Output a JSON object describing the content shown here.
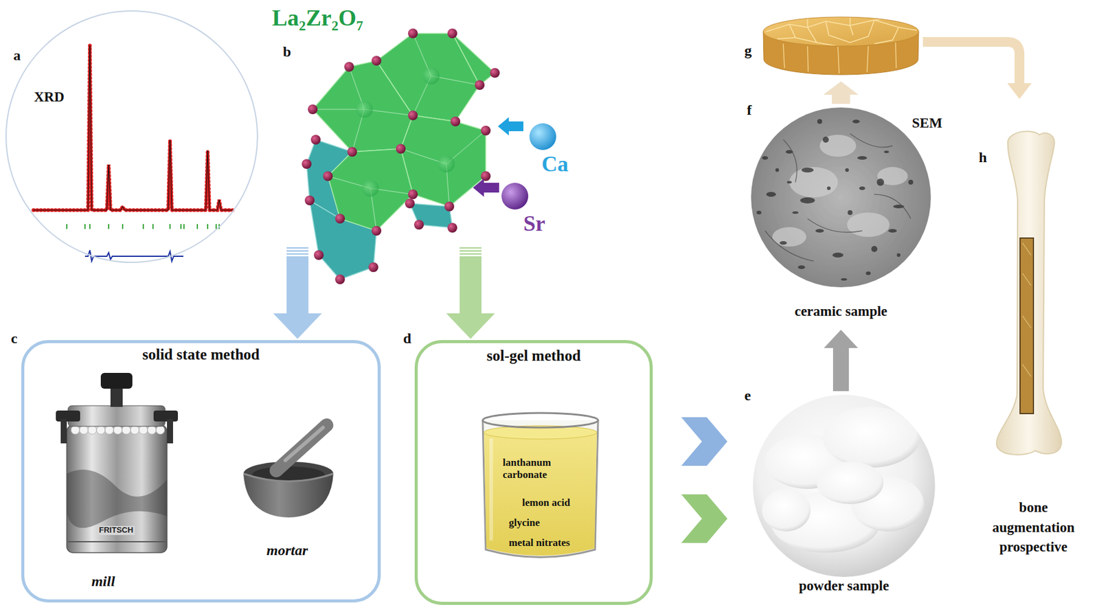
{
  "diagram": {
    "nodes": [
      {
        "text": [
          "a",
          "XRD"
        ]
      },
      {
        "text": [
          "La₂Zr₂O₇",
          "b"
        ]
      },
      {
        "text": [
          "c",
          "solid state method"
        ]
      },
      {
        "text": [
          "d",
          "sol-gel method"
        ]
      },
      {
        "text": [
          "lanthanum carbonate",
          "lemon acid",
          "glycine",
          "metal nitrates"
        ],
        "in": 3
      },
      {
        "text": [
          "e",
          "powder sample"
        ]
      },
      {
        "text": [
          "f",
          "SEM",
          "ceramic sample"
        ]
      },
      {
        "text": [
          "g"
        ]
      },
      {
        "text": [
          "h",
          "bone augmentation prospective"
        ]
      }
    ],
    "edges": [
      {
        "from": 1,
        "to": 2,
        "arrow": "to"
      },
      {
        "from": 1,
        "to": 3,
        "arrow": "to"
      },
      {
        "from": 2,
        "to": 5,
        "arrow": "to"
      },
      {
        "from": 3,
        "to": 5,
        "arrow": "to"
      },
      {
        "from": 5,
        "to": 6,
        "arrow": "to"
      },
      {
        "from": 6,
        "to": 7,
        "arrow": "to"
      },
      {
        "from": 7,
        "to": 8,
        "arrow": "to"
      }
    ],
    "labels": [
      "Ca",
      "Sr",
      "mill",
      "mortar",
      "FRITSCH"
    ]
  }
}
